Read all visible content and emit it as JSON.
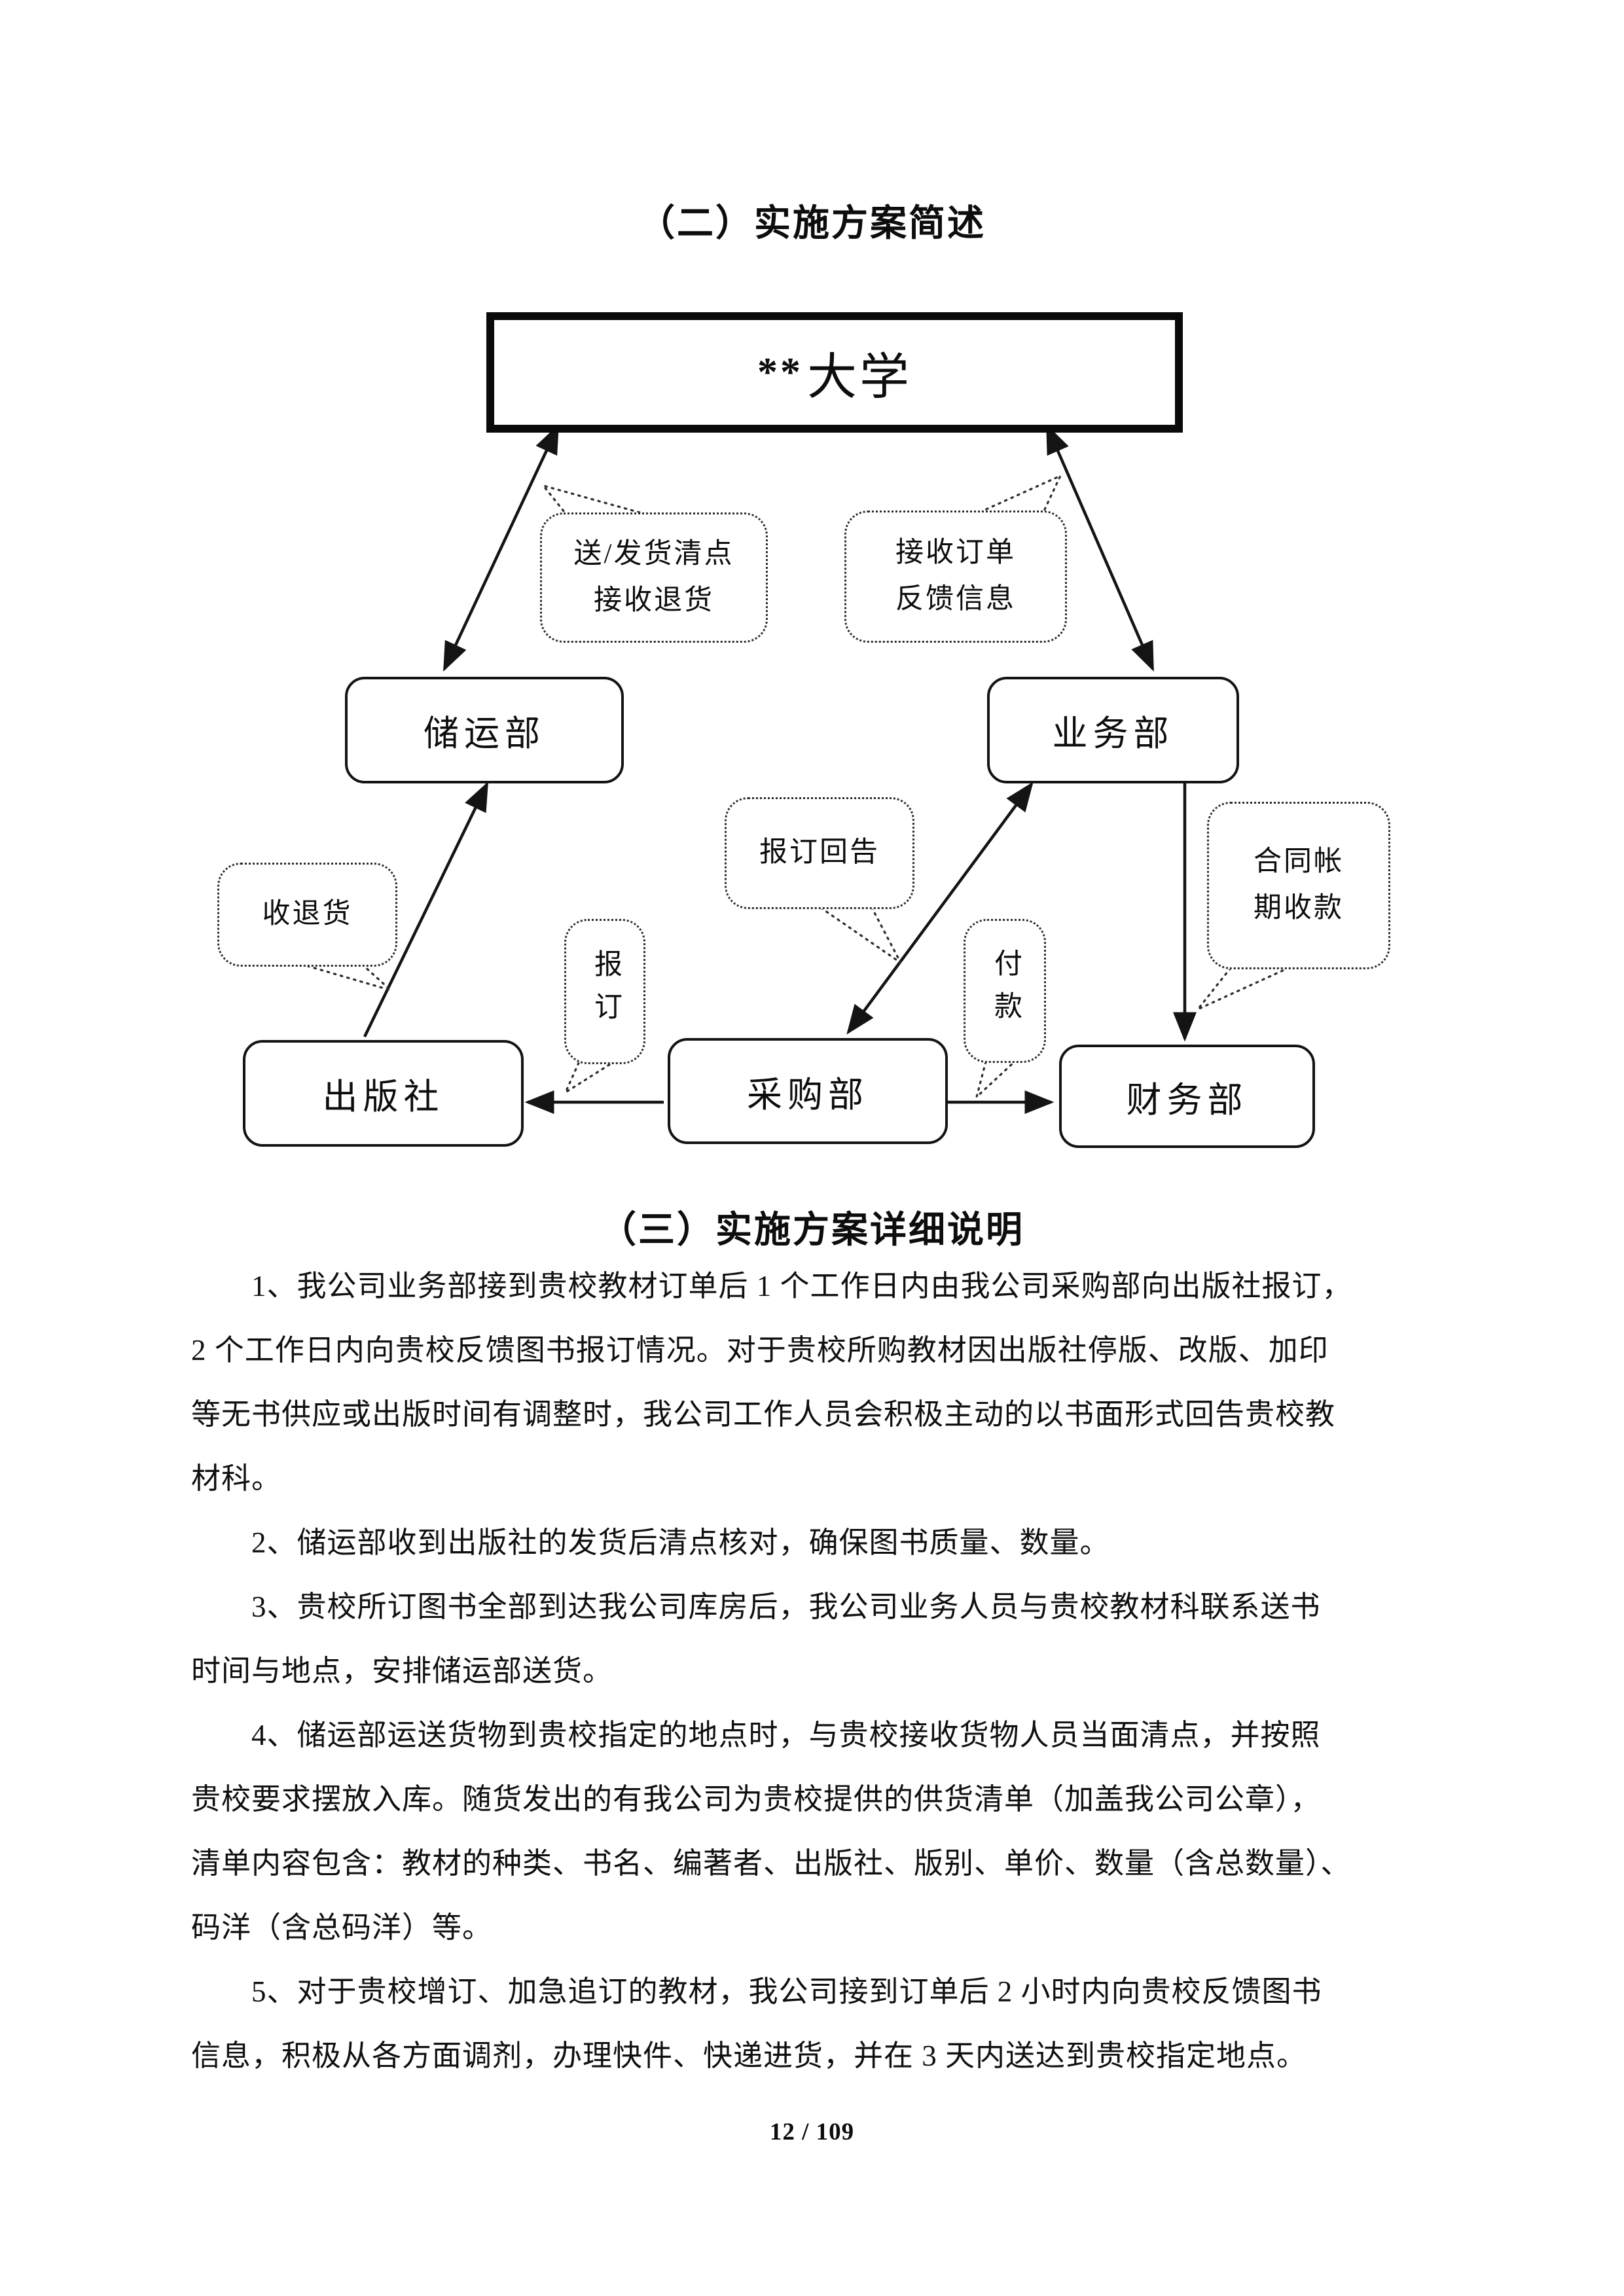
{
  "page": {
    "background": "#ffffff",
    "ink": "#111111",
    "section2_title": "（二）实施方案简述",
    "section3_title": "（三）实施方案详细说明",
    "page_number": "12 / 109"
  },
  "diagram": {
    "nodes": {
      "university_prefix": "**",
      "university": "大学",
      "storage": "储运部",
      "business": "业务部",
      "publisher": "出版社",
      "purchasing": "采购部",
      "finance": "财务部"
    },
    "callouts": {
      "delivery_line1": "送/发货清点",
      "delivery_line2": "接收退货",
      "orders_line1": "接收订单",
      "orders_line2": "反馈信息",
      "report_back": "报订回告",
      "contract_line1": "合同帐",
      "contract_line2": "期收款",
      "returns": "收退货",
      "order": "报订",
      "payment": "付款"
    }
  },
  "body": {
    "lines": [
      {
        "indent": true,
        "text": "1、我公司业务部接到贵校教材订单后 1 个工作日内由我公司采购部向出版社报订，"
      },
      {
        "indent": false,
        "text": "2 个工作日内向贵校反馈图书报订情况。对于贵校所购教材因出版社停版、改版、加印"
      },
      {
        "indent": false,
        "text": "等无书供应或出版时间有调整时，我公司工作人员会积极主动的以书面形式回告贵校教"
      },
      {
        "indent": false,
        "text": "材科。"
      },
      {
        "indent": true,
        "text": "2、储运部收到出版社的发货后清点核对，确保图书质量、数量。"
      },
      {
        "indent": true,
        "text": "3、贵校所订图书全部到达我公司库房后，我公司业务人员与贵校教材科联系送书"
      },
      {
        "indent": false,
        "text": "时间与地点，安排储运部送货。"
      },
      {
        "indent": true,
        "text": "4、储运部运送货物到贵校指定的地点时，与贵校接收货物人员当面清点，并按照"
      },
      {
        "indent": false,
        "text": "贵校要求摆放入库。随货发出的有我公司为贵校提供的供货清单（加盖我公司公章），"
      },
      {
        "indent": false,
        "text": "清单内容包含：教材的种类、书名、编著者、出版社、版别、单价、数量（含总数量）、"
      },
      {
        "indent": false,
        "text": "码洋（含总码洋）等。"
      },
      {
        "indent": true,
        "text": "5、对于贵校增订、加急追订的教材，我公司接到订单后 2 小时内向贵校反馈图书"
      },
      {
        "indent": false,
        "text": "信息，积极从各方面调剂，办理快件、快递进货，并在 3 天内送达到贵校指定地点。"
      }
    ]
  }
}
